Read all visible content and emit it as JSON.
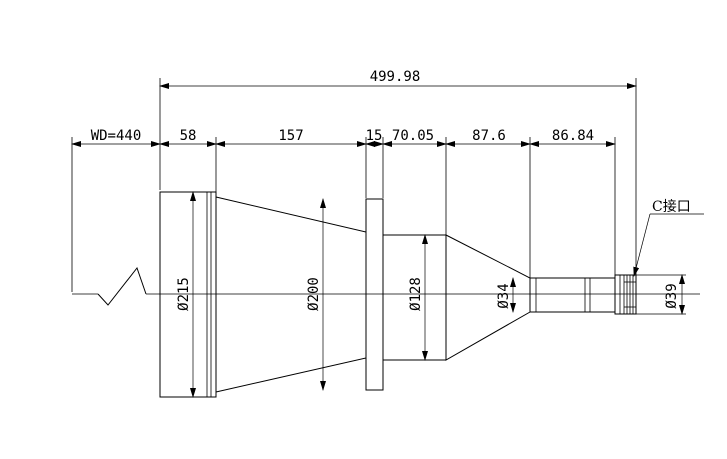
{
  "drawing": {
    "overall_length": "499.98",
    "segments": {
      "working_distance": "WD=440",
      "seg_58": "58",
      "seg_157": "157",
      "seg_15": "15",
      "seg_70": "70.05",
      "seg_87": "87.6",
      "seg_86": "86.84"
    },
    "diameters": {
      "d215": "Ø215",
      "d200": "Ø200",
      "d128": "Ø128",
      "d34": "Ø34",
      "d39": "Ø39"
    },
    "callout": "C接口"
  }
}
